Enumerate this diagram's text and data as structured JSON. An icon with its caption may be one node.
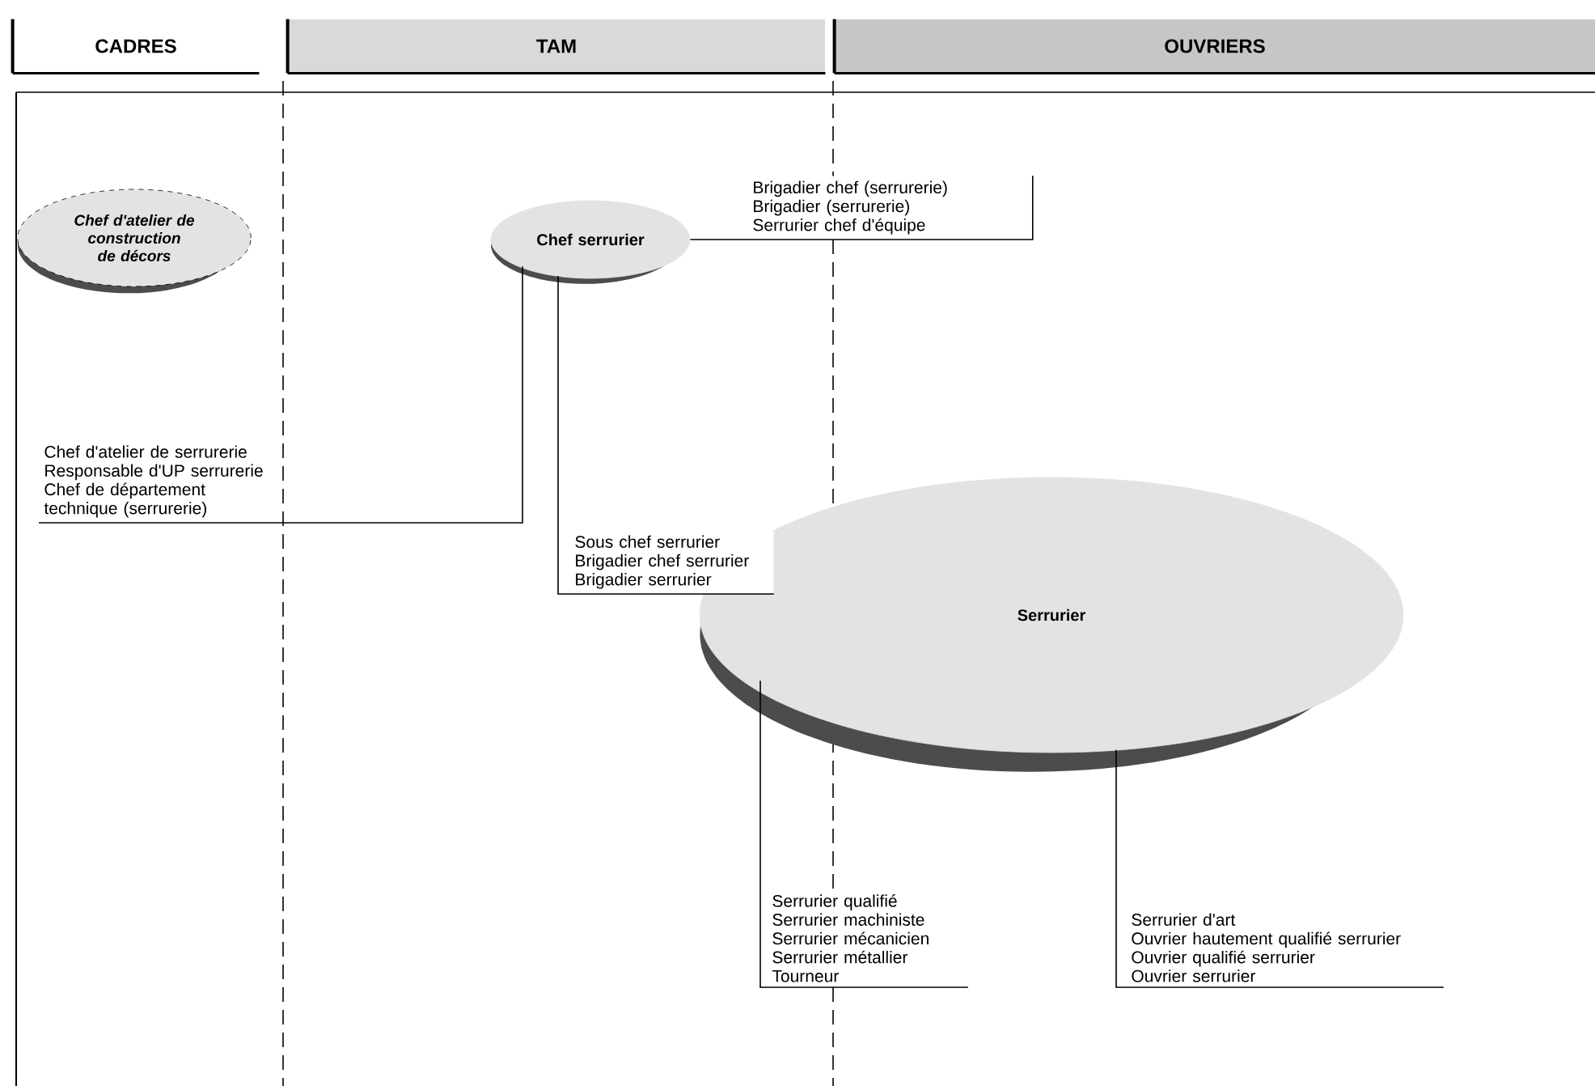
{
  "diagram": {
    "nodes": [
      {
        "text": [
          "CADRES"
        ]
      },
      {
        "text": [
          "TAM"
        ]
      },
      {
        "text": [
          "OUVRIERS"
        ]
      },
      {
        "text": [
          "Chef d'atelier de construction de décors"
        ]
      },
      {
        "text": [
          "Chef serrurier"
        ]
      },
      {
        "text": [
          "Serrurier"
        ]
      },
      {
        "text": [
          "Chef d'atelier de serrurerie",
          "Responsable d'UP serrurerie",
          "Chef de département technique (serrurerie)"
        ]
      },
      {
        "text": [
          "Brigadier chef (serrurerie)",
          "Brigadier (serrurerie)",
          "Serrurier chef d'équipe"
        ]
      },
      {
        "text": [
          "Sous chef serrurier",
          "Brigadier chef serrurier",
          "Brigadier serrurier"
        ]
      },
      {
        "text": [
          "Serrurier qualifié",
          "Serrurier machiniste",
          "Serrurier mécanicien",
          "Serrurier métallier",
          "Tourneur"
        ]
      },
      {
        "text": [
          "Serrurier d'art",
          "Ouvrier hautement qualifié serrurier",
          "Ouvrier qualifié serrurier",
          "Ouvrier serrurier"
        ]
      }
    ],
    "edges": [
      {
        "from": 4,
        "to": 7,
        "arrow": "none"
      },
      {
        "from": 4,
        "to": 6,
        "arrow": "none"
      },
      {
        "from": 4,
        "to": 8,
        "arrow": "none"
      },
      {
        "from": 5,
        "to": 9,
        "arrow": "none"
      },
      {
        "from": 5,
        "to": 10,
        "arrow": "none"
      }
    ]
  }
}
